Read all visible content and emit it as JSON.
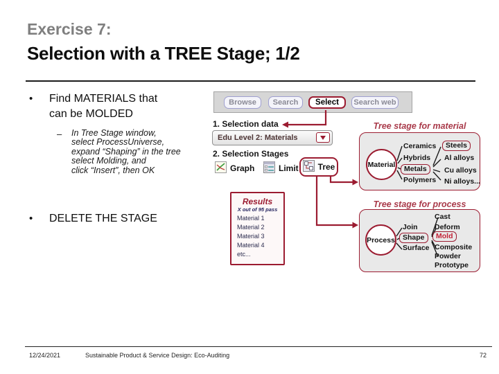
{
  "title": {
    "eyebrow": "Exercise 7:",
    "main": "Selection with a TREE Stage; 1/2"
  },
  "bullets": {
    "bullet_char": "•",
    "sub_bullet_char": "–",
    "item1": "Find MATERIALS that\ncan be MOLDED",
    "item1_sub": "In Tree Stage window,\nselect ProcessUniverse,\nexpand “Shaping” in the tree\nselect Molding, and\nclick “Insert”, then OK",
    "item2": "DELETE THE STAGE"
  },
  "toolbar": {
    "buttons": [
      "Browse",
      "Search",
      "Select",
      "Search web"
    ],
    "active_button": "Select"
  },
  "selection": {
    "step1_label": "1. Selection data",
    "database": "Edu Level 2: Materials",
    "step2_label": "2. Selection Stages",
    "stages": [
      {
        "label": "Graph",
        "icon": "graph-icon"
      },
      {
        "label": "Limit",
        "icon": "limit-icon"
      },
      {
        "label": "Tree",
        "icon": "tree-icon"
      }
    ],
    "highlighted_stage": "Tree"
  },
  "results": {
    "title": "Results",
    "subtitle": "X out of 95 pass",
    "items": [
      "Material 1",
      "Material 2",
      "Material 3",
      "Material 4",
      "etc..."
    ]
  },
  "material_tree": {
    "caption": "Tree stage for material",
    "root": "Material",
    "level1": [
      "Ceramics",
      "Hybrids",
      "Metals",
      "Polymers"
    ],
    "level1_boxed": "Metals",
    "level2": [
      "Steels",
      "Al alloys",
      "Cu alloys",
      "Ni alloys..."
    ],
    "level2_boxed": "Steels"
  },
  "process_tree": {
    "caption": "Tree stage for process",
    "root": "Process",
    "level1": [
      "Join",
      "Shape",
      "Surface"
    ],
    "level1_boxed": "Shape",
    "level2": [
      "Cast",
      "Deform",
      "Mold",
      "Composite",
      "Powder",
      "Prototype"
    ],
    "level2_boxed": "Mold"
  },
  "footer": {
    "date": "12/24/2021",
    "center": "Sustainable Product & Service Design: Eco-Auditing",
    "page": "72"
  },
  "colors": {
    "accent_red": "#9b1b30",
    "caption_red": "#a93a4a",
    "navy": "#23235f",
    "title_gray": "#7f7f7f"
  }
}
